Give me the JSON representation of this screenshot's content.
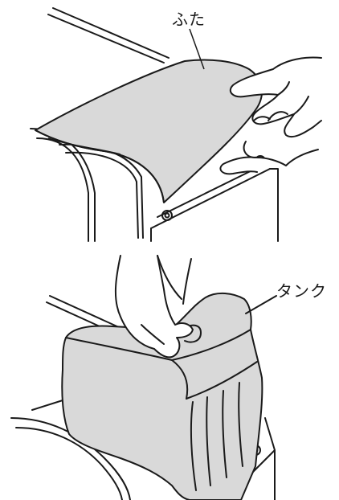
{
  "panels": [
    {
      "id": "panel-lid",
      "label": "ふた"
    },
    {
      "id": "panel-tank",
      "label": "タンク"
    }
  ],
  "colors": {
    "fill": "#d9d9d9",
    "stroke": "#1a1a1a",
    "background": "#ffffff"
  }
}
